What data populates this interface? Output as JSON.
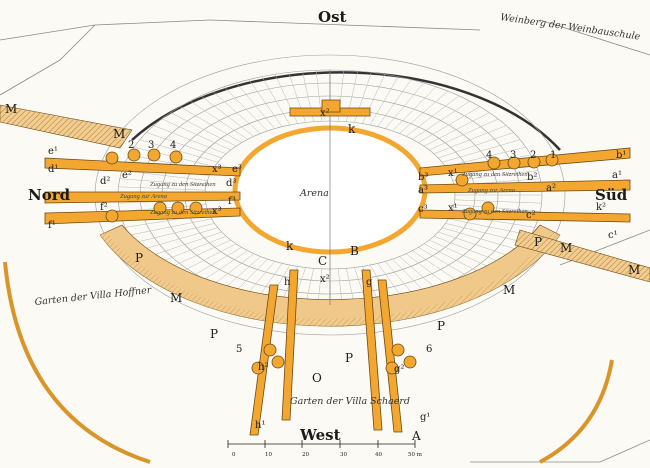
{
  "labels": {
    "ost": "Ost",
    "nord": "Nord",
    "sued": "Süd",
    "west": "West",
    "arena": "Arena",
    "weinberg": "Weinberg der Weinbauschule",
    "garten_hoffner": "Garten der Villa Hoffner",
    "garten_schaerd": "Garten der Villa Schaerd",
    "M": "M",
    "P": "P",
    "O": "O",
    "C": "C",
    "B": "B",
    "A": "A",
    "k": "k",
    "k2": "k²",
    "e1": "e¹",
    "d1": "d¹",
    "f1": "f¹",
    "d2": "d²",
    "e2": "e²",
    "f2": "f²",
    "e3": "e³",
    "d3": "d³",
    "f3": "f³",
    "x3": "x³",
    "b3": "b³",
    "a3": "a³",
    "c3": "c³",
    "x1": "x¹",
    "b2": "b²",
    "a2": "a²",
    "c2": "c²",
    "b1": "b¹",
    "a1": "a¹",
    "c1": "c¹",
    "x2": "x²",
    "h": "h",
    "h2": "h²",
    "h1": "h¹",
    "g": "g",
    "g2": "g²",
    "g1": "g¹",
    "n1": "1",
    "n2": "2",
    "n3": "3",
    "n4": "4",
    "n5": "5",
    "n6": "6",
    "corridor_e": "Zugang zu den Sitzreihen",
    "corridor_d": "Zugang zur Arena",
    "corridor_f": "Zugang zu den Sitzreihen",
    "corridor_b": "Zugang zu den Sitzreihen",
    "corridor_a": "Zugang zur Arena",
    "corridor_c": "Zugang zu den Sitzreihen",
    "scale_0": "0",
    "scale_10": "10",
    "scale_20": "20",
    "scale_30": "30",
    "scale_40": "40",
    "scale_50": "50 m"
  }
}
